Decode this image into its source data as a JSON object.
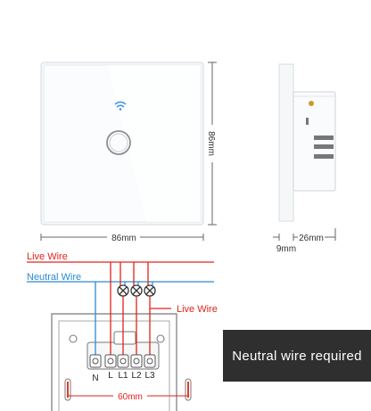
{
  "dimensions": {
    "front_width": "86mm",
    "front_height": "86mm",
    "side_depth": "26mm",
    "glass_thickness": "9mm",
    "mount_spacing": "60mm"
  },
  "wires": {
    "live_label": "Live Wire",
    "neutral_label": "Neutral Wire",
    "load_live_label": "Live Wire",
    "live_color": "#e2231a",
    "neutral_color": "#2a8ad4"
  },
  "terminals": [
    "N",
    "L",
    "L1",
    "L2",
    "L3"
  ],
  "badge": {
    "text": "Neutral wire required"
  },
  "icons": {
    "wifi": "wifi-icon",
    "touch": "touch-button-icon",
    "lamp": "lamp-icon"
  }
}
